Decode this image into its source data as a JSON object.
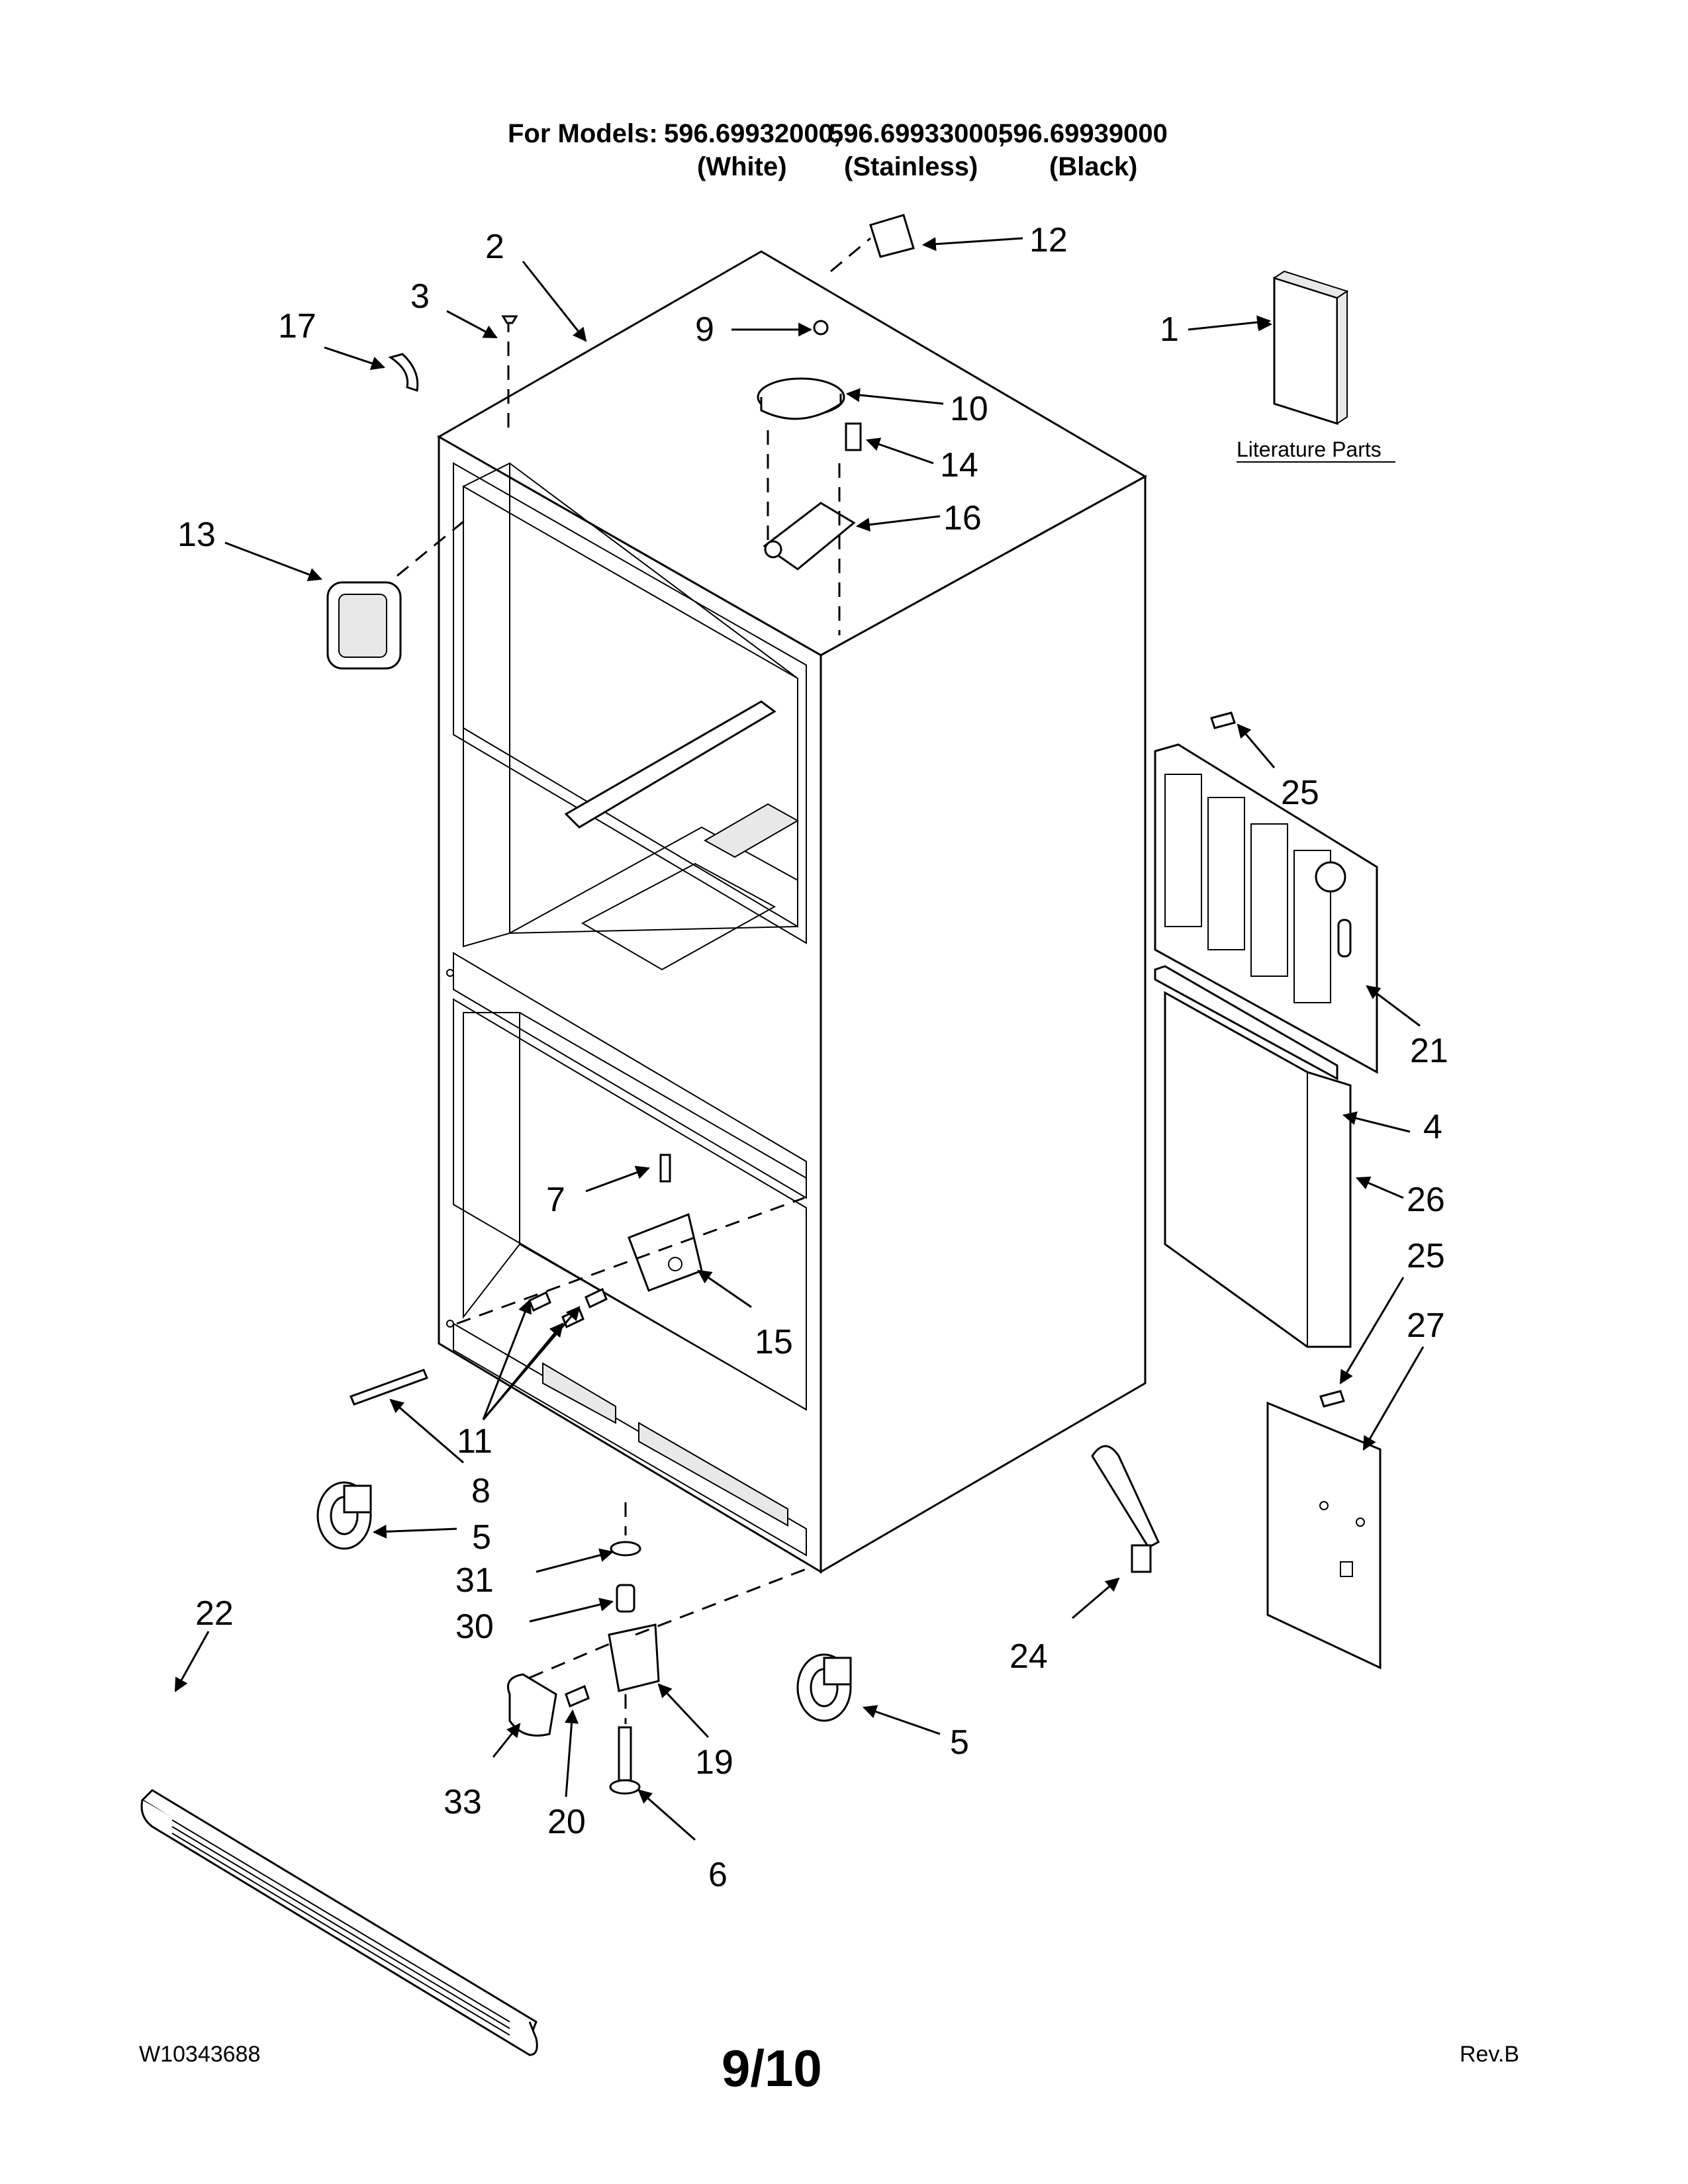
{
  "header": {
    "title_prefix": "For Models:",
    "models": [
      "596.69932000,",
      "596.69933000,",
      "596.69939000"
    ],
    "colors": [
      "(White)",
      "(Stainless)",
      "(Black)"
    ]
  },
  "literature_label": "Literature Parts",
  "callouts": {
    "c1": "1",
    "c2": "2",
    "c3": "3",
    "c4": "4",
    "c5a": "5",
    "c5b": "5",
    "c6": "6",
    "c7": "7",
    "c8": "8",
    "c9": "9",
    "c10": "10",
    "c11": "11",
    "c12": "12",
    "c13": "13",
    "c14": "14",
    "c15": "15",
    "c16": "16",
    "c17": "17",
    "c19": "19",
    "c20": "20",
    "c21": "21",
    "c22": "22",
    "c24": "24",
    "c25a": "25",
    "c25b": "25",
    "c26": "26",
    "c27": "27",
    "c30": "30",
    "c31": "31",
    "c33": "33"
  },
  "footer": {
    "doc_number": "W10343688",
    "page": "9/10",
    "revision": "Rev.B"
  }
}
